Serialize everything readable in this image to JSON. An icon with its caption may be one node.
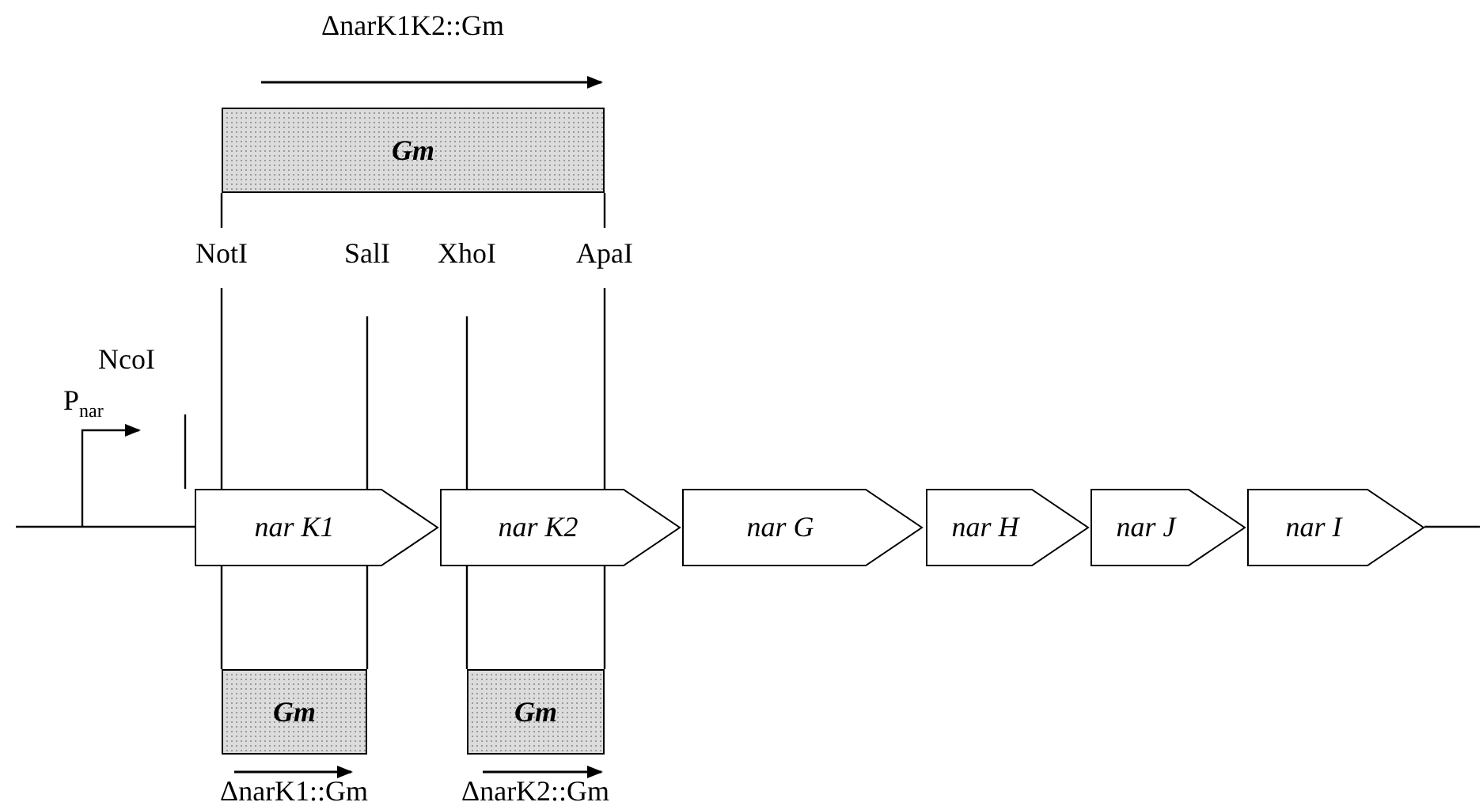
{
  "diagram": {
    "nodes": [
      {
        "text": [
          "Gm"
        ],
        "beside": [
          "ΔnarK1K2::Gm"
        ]
      },
      {
        "text": [
          "nar K1"
        ]
      },
      {
        "text": [
          "nar K2"
        ]
      },
      {
        "text": [
          "nar G"
        ]
      },
      {
        "text": [
          "nar H"
        ]
      },
      {
        "text": [
          "nar J"
        ]
      },
      {
        "text": [
          "nar I"
        ]
      },
      {
        "text": [
          "Gm"
        ],
        "beside": [
          "ΔnarK1::Gm"
        ]
      },
      {
        "text": [
          "Gm"
        ],
        "beside": [
          "ΔnarK2::Gm"
        ]
      }
    ],
    "labels": [
      "NotI",
      "SalI",
      "XhoI",
      "ApaI",
      "NcoI",
      "P$_{nar}$"
    ]
  }
}
